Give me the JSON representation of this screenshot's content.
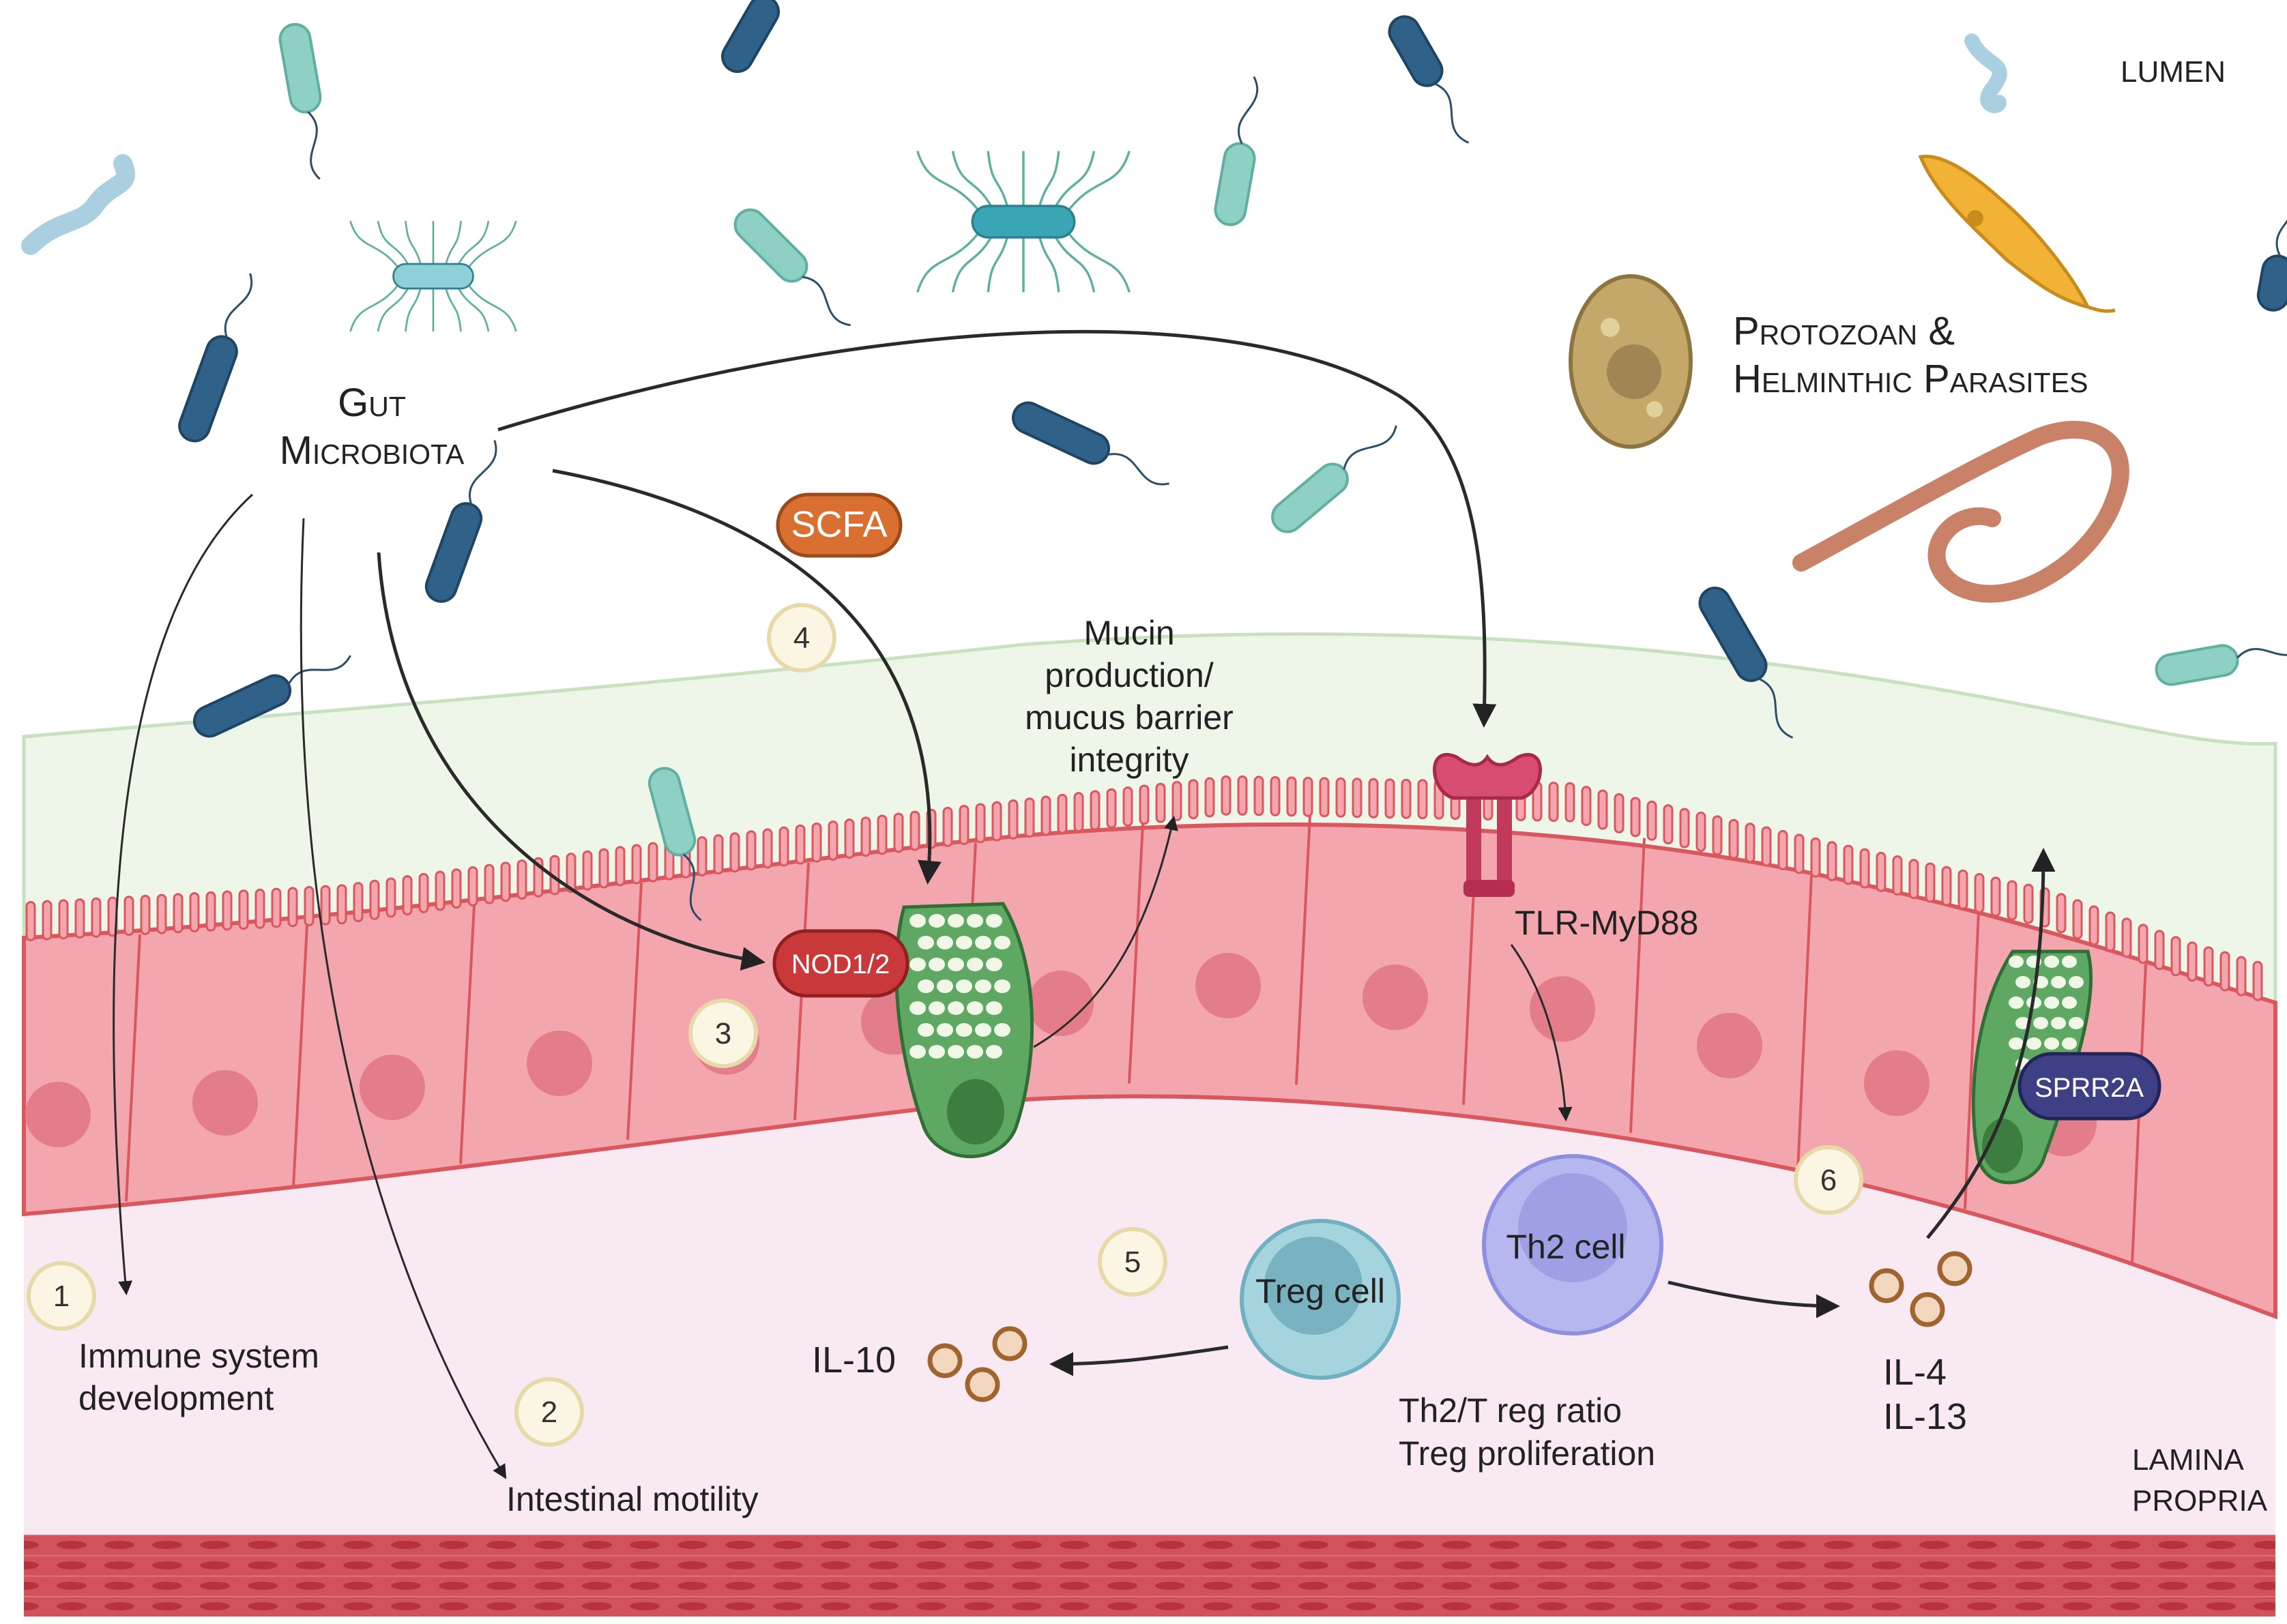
{
  "regions": {
    "lumen": "LUMEN",
    "lamina_line1": "LAMINA",
    "lamina_line2": "PROPRIA"
  },
  "labels": {
    "gut_line1": "Gut",
    "gut_line2": "Microbiota",
    "parasites_line1": "Protozoan &",
    "parasites_line2": "Helminthic Parasites",
    "scfa": "SCFA",
    "mucin_line1": "Mucin",
    "mucin_line2": "production/",
    "mucin_line3": "mucus barrier",
    "mucin_line4": "integrity",
    "tlr": "TLR-MyD88",
    "nod": "NOD1/2",
    "sprr2a": "SPRR2A",
    "th2_cell": "Th2 cell",
    "treg_cell": "Treg cell",
    "il10": "IL-10",
    "il4": "IL-4",
    "il13": "IL-13",
    "ratio_line1": "Th2/T reg ratio",
    "ratio_line2": "Treg proliferation",
    "immune_line1": "Immune system",
    "immune_line2": "development",
    "motility": "Intestinal motility"
  },
  "steps": [
    "1",
    "2",
    "3",
    "4",
    "5",
    "6"
  ],
  "colors": {
    "epithelium": "#f4a6ae",
    "epithelium_stroke": "#d9585f",
    "goblet": "#5fa863",
    "mucus": "#eef6e9",
    "lamina": "#f8e9f3",
    "muscle": "#d2525b",
    "bacteria_dark": "#2f6189",
    "bacteria_teal": "#8fd0c4",
    "scfa": "#d96f30",
    "nod": "#c9393a",
    "sprr2a": "#3f3f85",
    "th2": "#8f8fe0",
    "treg": "#6fb1c1",
    "helminth": "#c98168",
    "protozoan": "#c4a86a",
    "trypanosome": "#f2b236"
  }
}
